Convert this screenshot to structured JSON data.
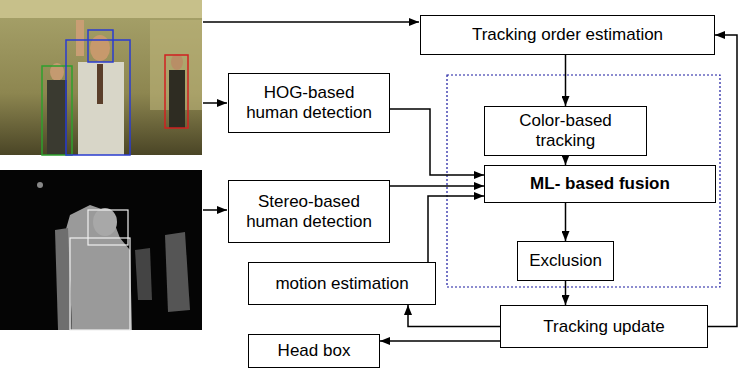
{
  "diagram": {
    "nodes": [
      {
        "text": [
          "Tracking order estimation"
        ]
      },
      {
        "text": [
          "HOG-based human detection"
        ]
      },
      {
        "text": [
          "Color-based tracking"
        ]
      },
      {
        "text": [
          "ML- based fusion"
        ]
      },
      {
        "text": [
          "Stereo-based human detection"
        ]
      },
      {
        "text": [
          "Exclusion"
        ]
      },
      {
        "text": [
          "motion estimation"
        ]
      },
      {
        "text": [
          "Tracking update"
        ]
      },
      {
        "text": [
          "Head box"
        ]
      }
    ],
    "edges": [
      {
        "from": 0,
        "to": 2,
        "arrow": "to"
      },
      {
        "from": 2,
        "to": 3,
        "arrow": "to"
      },
      {
        "from": 1,
        "to": 3,
        "arrow": "to"
      },
      {
        "from": 4,
        "to": 3,
        "arrow": "to"
      },
      {
        "from": 6,
        "to": 3,
        "arrow": "to"
      },
      {
        "from": 3,
        "to": 5,
        "arrow": "to"
      },
      {
        "from": 5,
        "to": 7,
        "arrow": "to"
      },
      {
        "from": 7,
        "to": 6,
        "arrow": "to"
      },
      {
        "from": 7,
        "to": 8,
        "arrow": "to"
      },
      {
        "from": 7,
        "to": 0,
        "arrow": "to"
      }
    ]
  }
}
